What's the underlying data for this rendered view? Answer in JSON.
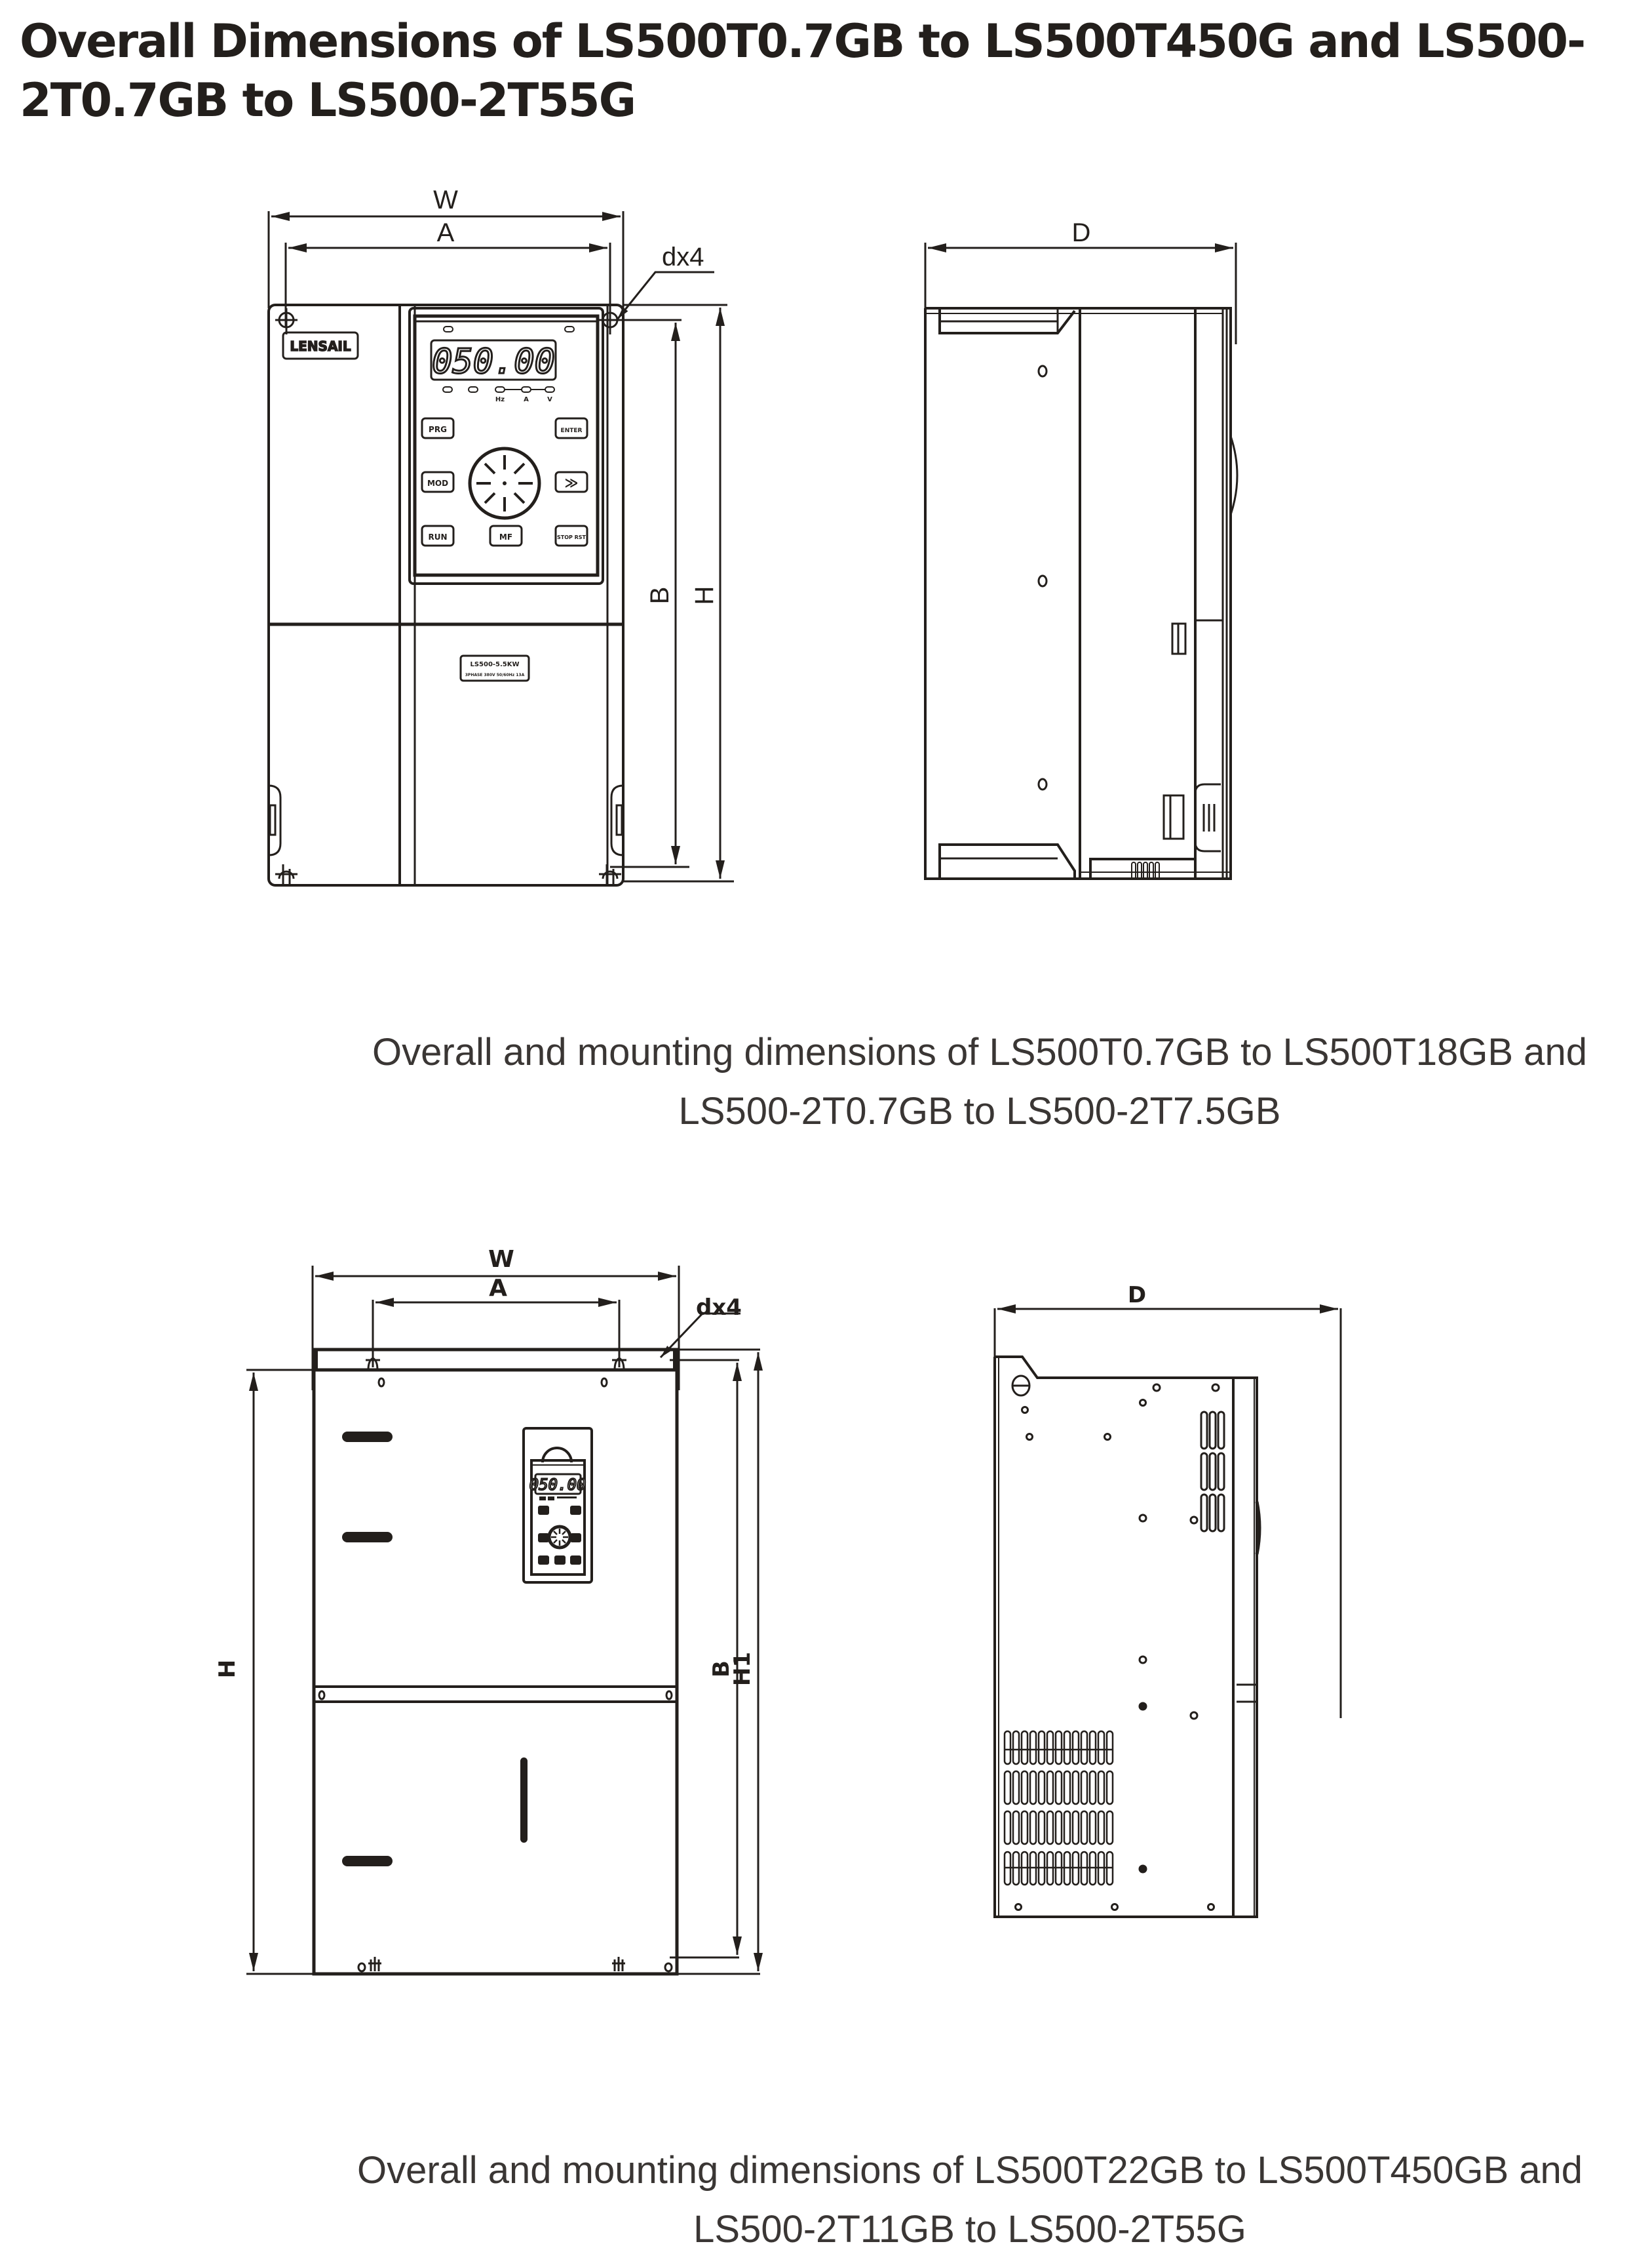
{
  "page": {
    "title": "Overall Dimensions of LS500T0.7GB to LS500T450G and LS500-2T0.7GB to LS500-2T55G"
  },
  "figure1": {
    "caption_line1": "Overall and mounting dimensions of LS500T0.7GB to LS500T18GB and",
    "caption_line2": "LS500-2T0.7GB to LS500-2T7.5GB",
    "front_view": {
      "dim_w": "W",
      "dim_a": "A",
      "dim_hole": "dx4",
      "dim_b": "B",
      "dim_h": "H",
      "brand_label": "LENSAIL",
      "nameplate_line1": "LS500-5.5KW",
      "nameplate_line2": "3PHASE 380V 50/60Hz 13A",
      "keypad": {
        "display_value": "050.00",
        "unit_leds": [
          "Hz",
          "A",
          "V"
        ],
        "buttons": {
          "prg": "PRG",
          "enter": "ENTER",
          "mod": "MOD",
          "shift": "≫",
          "run": "RUN",
          "mf": "MF",
          "stop": "STOP RST"
        }
      }
    },
    "side_view": {
      "dim_d": "D"
    }
  },
  "figure2": {
    "caption_line1": "Overall and mounting dimensions of LS500T22GB to LS500T450GB and",
    "caption_line2": "LS500-2T11GB to LS500-2T55G",
    "front_view": {
      "dim_w": "W",
      "dim_a": "A",
      "dim_hole": "dx4",
      "dim_h": "H",
      "dim_b": "B",
      "dim_h1": "H1",
      "keypad": {
        "display_value": "050.00"
      }
    },
    "side_view": {
      "dim_d": "D"
    }
  },
  "colors": {
    "ink": "#231f1c",
    "caption_text": "#3a3634",
    "background": "#ffffff"
  }
}
